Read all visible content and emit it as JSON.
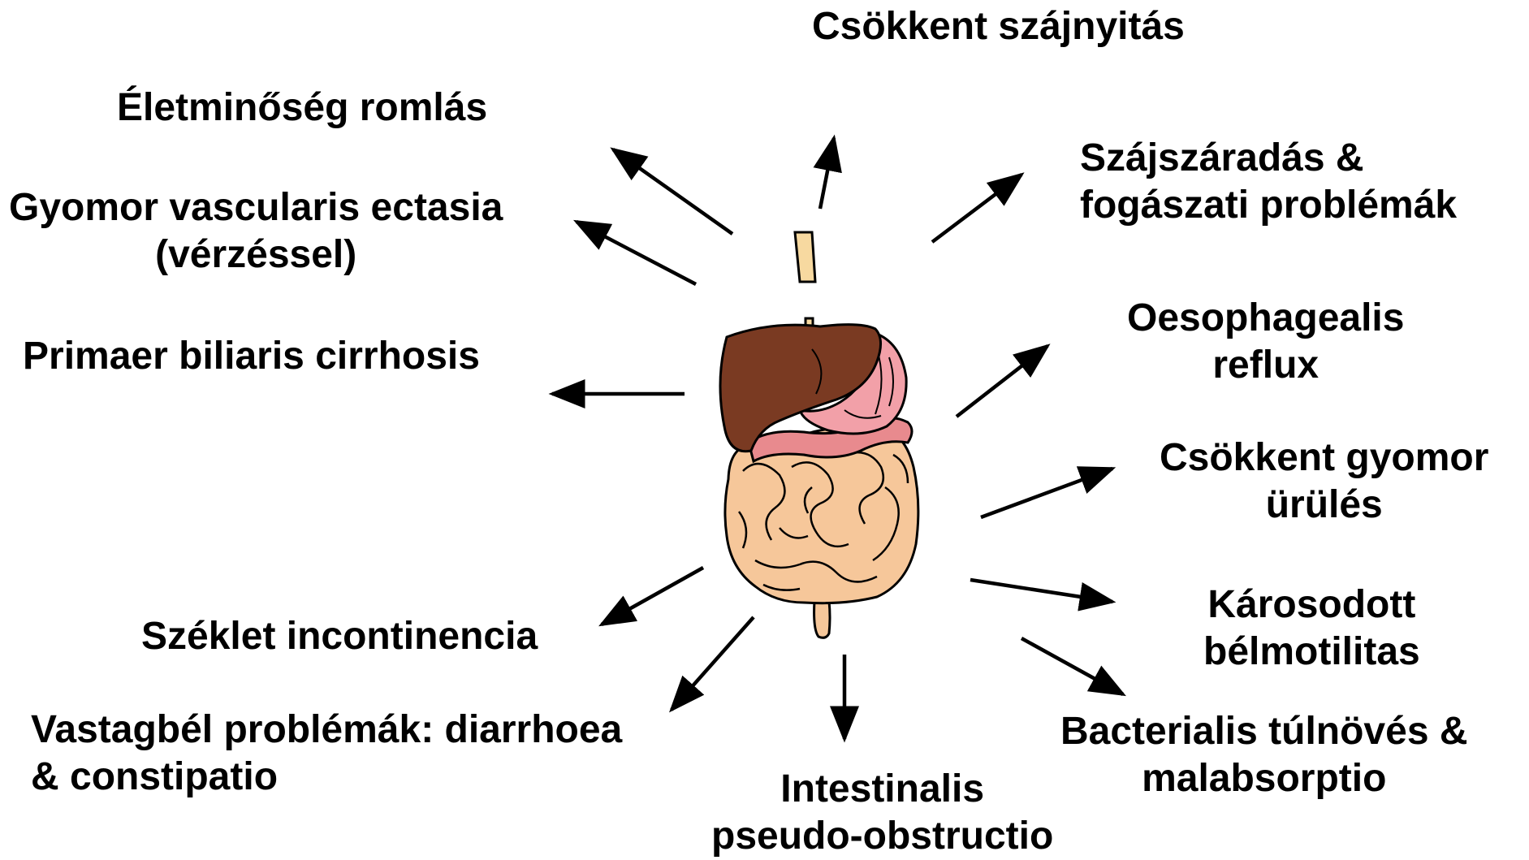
{
  "labels": {
    "mouth_opening": "Csökkent szájnyitás",
    "quality_of_life": "Életminőség romlás",
    "gave": [
      "Gyomor vascularis ectasia",
      "(vérzéssel)"
    ],
    "pbc": "Primaer biliaris cirrhosis",
    "dry_mouth": [
      "Szájszáradás &",
      "fogászati problémák"
    ],
    "reflux": [
      "Oesophagealis",
      "reflux"
    ],
    "gastric_emptying": [
      "Csökkent gyomor",
      "ürülés"
    ],
    "motility": [
      "Károsodott",
      "bélmotilitas"
    ],
    "bacterial": [
      "Bacterialis túlnövés &",
      "malabsorptio"
    ],
    "pseudo_obstruction": [
      "Intestinalis",
      "pseudo-obstructio"
    ],
    "fecal_incontinence": "Széklet incontinencia",
    "colon": [
      "Vastagbél problémák: diarrhoea",
      "& constipatio"
    ]
  },
  "colors": {
    "liver": "#7a3a22",
    "stomach": "#f2a0a8",
    "small_intestine": "#f6c79a",
    "esophagus": "#f7d9a0",
    "arrow": "#000000",
    "text": "#000000"
  },
  "icons": [
    "digestive-system-illustration",
    "arrow"
  ]
}
